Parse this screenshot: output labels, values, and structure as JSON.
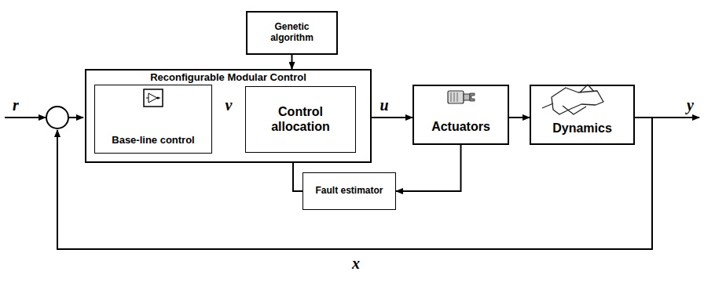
{
  "diagram": {
    "nodes": [
      {
        "text": [
          "Genetic algorithm"
        ]
      },
      {
        "text": [
          "Reconfigurable Modular Control"
        ]
      },
      {
        "text": [
          "Base-line control"
        ],
        "in": 1
      },
      {
        "text": [
          "Control allocation"
        ],
        "in": 1
      },
      {
        "text": [
          "Actuators"
        ]
      },
      {
        "text": [
          "Dynamics"
        ]
      },
      {
        "text": [
          "Fault estimator"
        ]
      }
    ],
    "edges": [
      {
        "from": 0,
        "to": 1,
        "arrow": "to"
      },
      {
        "from": 2,
        "to": 3,
        "label": "v",
        "arrow": "to"
      },
      {
        "from": 3,
        "to": 4,
        "label": "u",
        "arrow": "to"
      },
      {
        "from": 4,
        "to": 5,
        "arrow": "to"
      },
      {
        "from": 4,
        "to": 6,
        "arrow": "to"
      },
      {
        "from": 6,
        "to": 3,
        "arrow": "to"
      }
    ],
    "labels": [
      "r",
      "y",
      "x"
    ]
  }
}
